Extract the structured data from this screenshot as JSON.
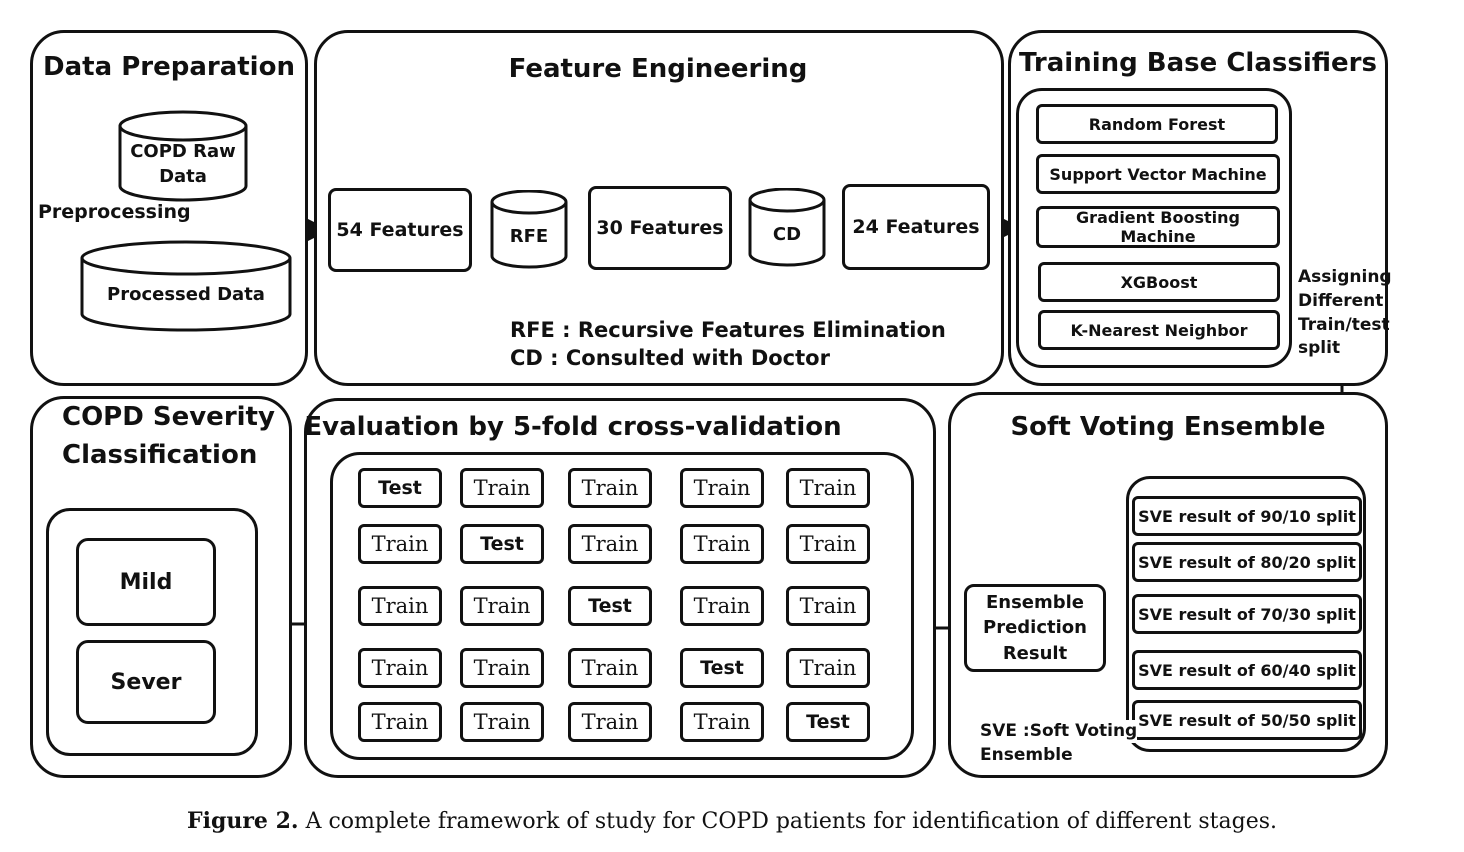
{
  "data_preparation": {
    "title": "Data Preparation",
    "raw_db": "COPD Raw Data",
    "step": "Preprocessing",
    "processed_db": "Processed Data"
  },
  "feature_engineering": {
    "title": "Feature Engineering",
    "f54": "54 Features",
    "rfe": "RFE",
    "f30": "30 Features",
    "cd": "CD",
    "f24": "24 Features",
    "legend_rfe": "RFE : Recursive Features Elimination",
    "legend_cd": "CD : Consulted with Doctor"
  },
  "training": {
    "title": "Training Base Classifiers",
    "classifiers": [
      "Random Forest",
      "Support Vector Machine",
      "Gradient Boosting Machine",
      "XGBoost",
      "K-Nearest Neighbor"
    ],
    "split_note": "Assigning Different Train/test split"
  },
  "severity": {
    "title_line1": "COPD Severity",
    "title_line2": "Classification",
    "classes": [
      "Mild",
      "Sever"
    ]
  },
  "evaluation": {
    "title": "Evaluation by 5-fold cross-validation",
    "train_label": "Train",
    "test_label": "Test"
  },
  "soft_voting": {
    "title": "Soft Voting Ensemble",
    "result_line1": "Ensemble",
    "result_line2": "Prediction",
    "result_line3": "Result",
    "splits": [
      "SVE result of 90/10 split",
      "SVE result of 80/20 split",
      "SVE result of 70/30 split",
      "SVE result of 60/40 split",
      "SVE result of 50/50 split"
    ],
    "legend_line1": "SVE :Soft Voting",
    "legend_line2": "Ensemble"
  },
  "caption": {
    "label": "Figure 2.",
    "text": "A complete framework of study for COPD patients for identification of different stages."
  }
}
